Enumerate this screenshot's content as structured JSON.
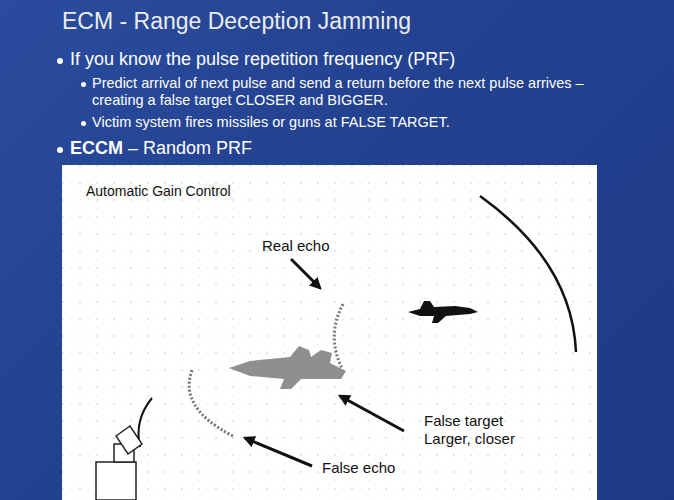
{
  "diagram": {
    "title": "ECM - Range Deception Jamming",
    "labels": [
      "If you know the pulse repetition frequency (PRF)",
      "Predict arrival of next pulse and send a return before the next pulse arrives – creating a false target CLOSER and BIGGER.",
      "Victim system fires missiles or guns at FALSE TARGET.",
      "ECCM",
      "– Random PRF",
      "Automatic Gain Control",
      "Real echo",
      "False target Larger, closer",
      "False echo"
    ]
  }
}
